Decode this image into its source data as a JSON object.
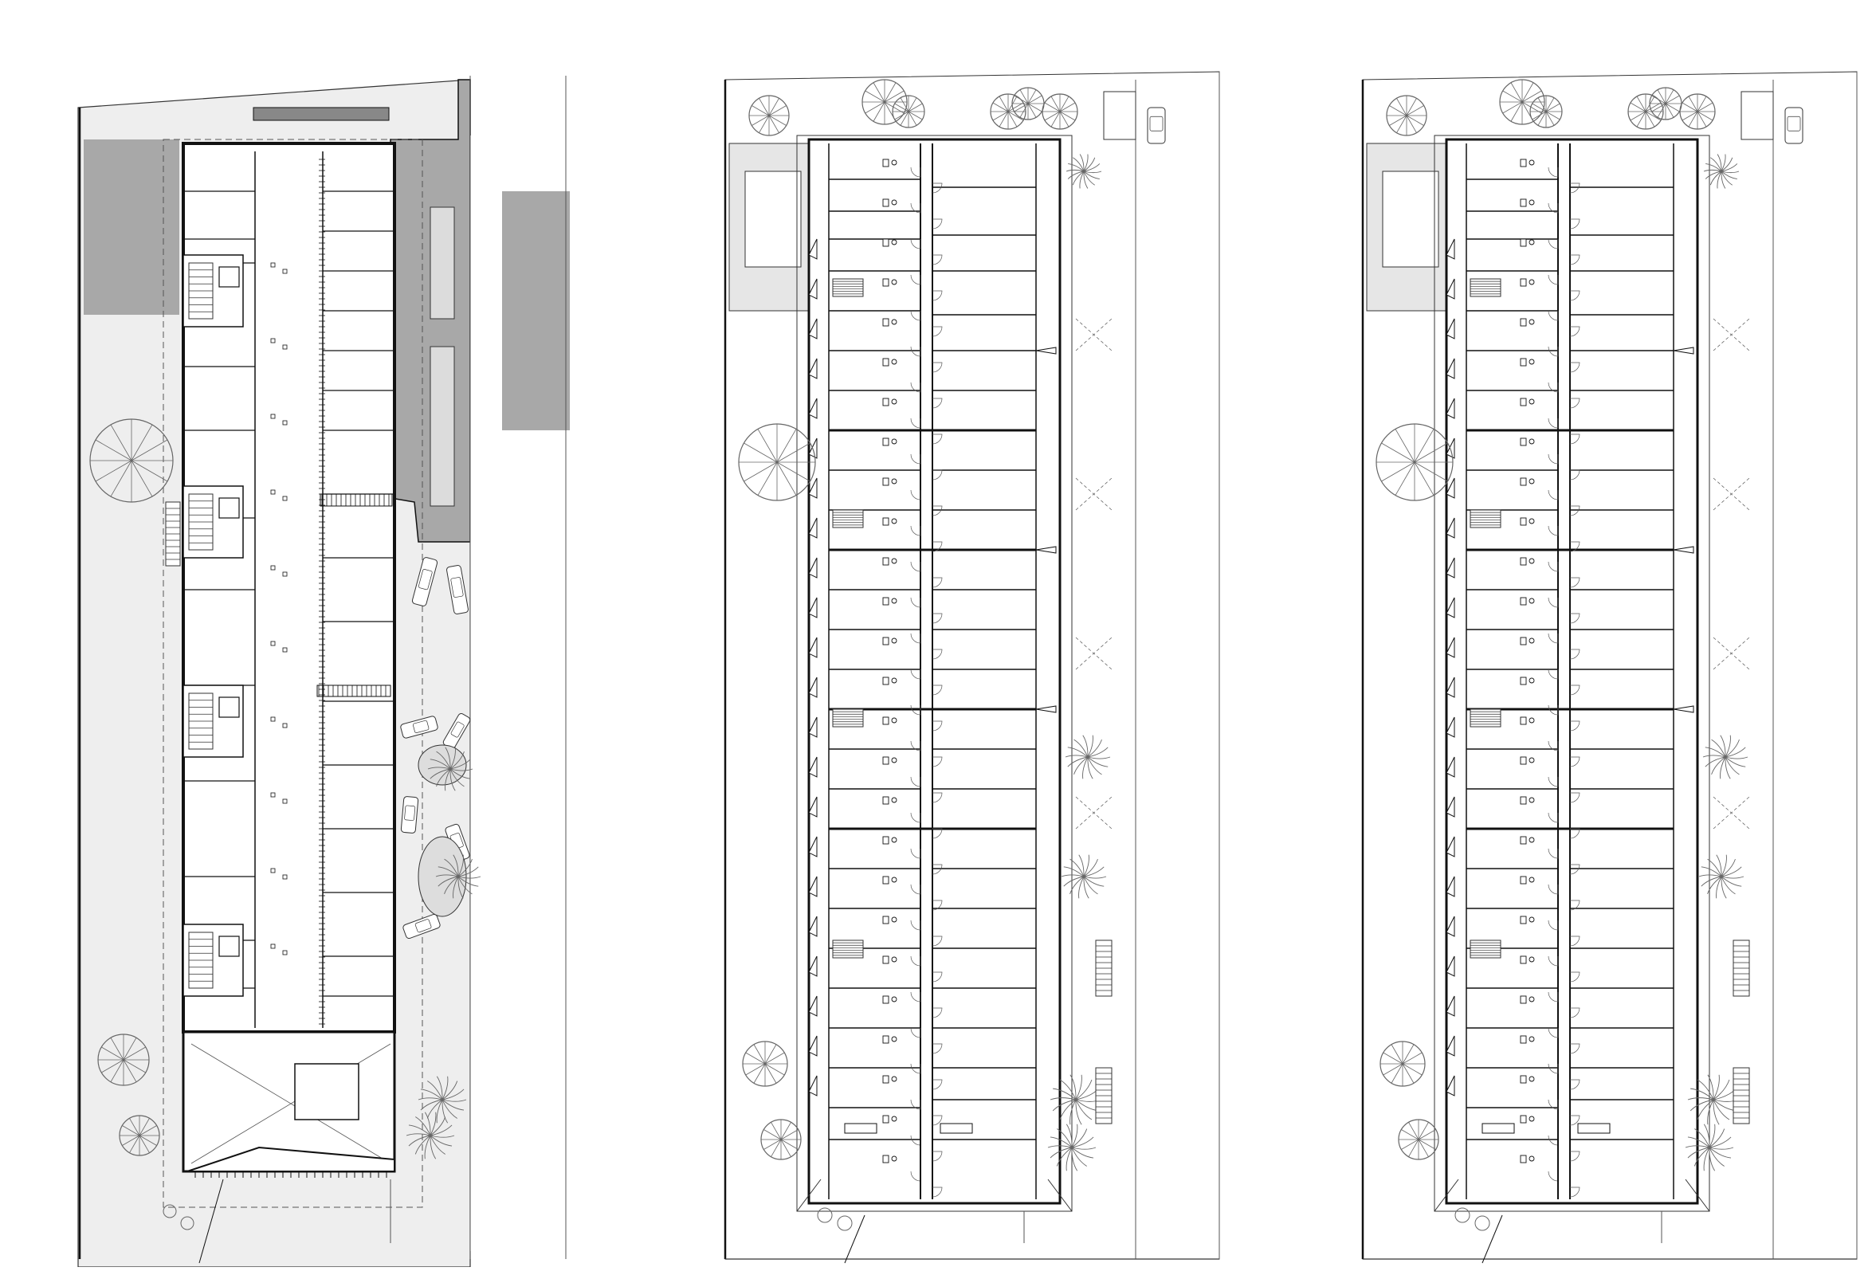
{
  "drawing": {
    "kind": "architectural floor plans",
    "colors": {
      "background": "#ffffff",
      "wall": "#111111",
      "line": "#333333",
      "thin_line": "#555555",
      "site_fill": "#eeeeee",
      "paving_fill": "#e6e6e6",
      "dark_fill": "#a8a8a8",
      "tree_stroke": "#666666"
    }
  },
  "plans": [
    {
      "id": "plan-ground-floor",
      "variant": "ground"
    },
    {
      "id": "plan-typical-floor-a",
      "variant": "typical"
    },
    {
      "id": "plan-typical-floor-b",
      "variant": "typical"
    }
  ]
}
